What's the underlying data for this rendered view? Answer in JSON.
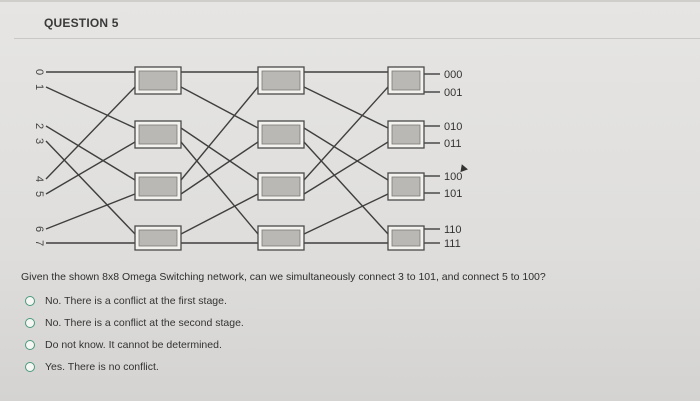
{
  "header": {
    "title": "QUESTION 5"
  },
  "network": {
    "inputs": [
      "0",
      "1",
      "2",
      "3",
      "4",
      "5",
      "6",
      "7"
    ],
    "outputs": [
      "000",
      "001",
      "010",
      "011",
      "100",
      "101",
      "110",
      "111"
    ]
  },
  "question": {
    "text": "Given the shown 8x8 Omega Switching network, can we simultaneously connect 3 to 101, and connect 5 to 100?",
    "options": [
      "No. There is a conflict at the first stage.",
      "No. There is a conflict at the second stage.",
      "Do not know. It cannot be determined.",
      "Yes. There is no conflict."
    ]
  }
}
